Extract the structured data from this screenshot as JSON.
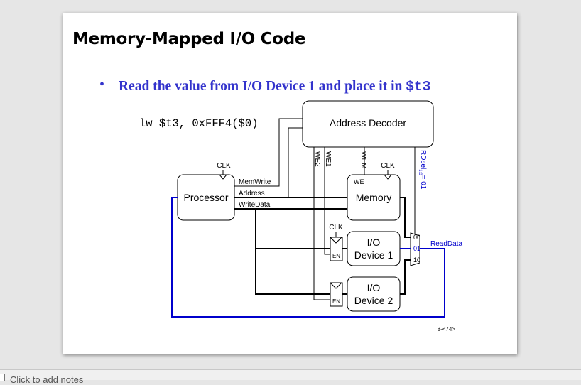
{
  "slide": {
    "title": "Memory-Mapped I/O Code",
    "bullet_marker": "•",
    "bullet_text": "Read the value from I/O Device 1 and place it in ",
    "bullet_register": "$t3",
    "code": "lw $t3, 0xFFF4($0)",
    "page_number": "8-<74>"
  },
  "diagram": {
    "address_decoder": "Address Decoder",
    "processor": "Processor",
    "memory": "Memory",
    "memory_we": "WE",
    "clk": "CLK",
    "io_device_1": [
      "I/O",
      "Device 1"
    ],
    "io_device_2": [
      "I/O",
      "Device 2"
    ],
    "en": "EN",
    "signals": {
      "memwrite": "MemWrite",
      "address": "Address",
      "writedata": "WriteData",
      "we2": "WE2",
      "we1": "WE1",
      "wem": "WEM",
      "rdsel": "RDsel",
      "rdsel_sub": "1:0",
      "rdsel_val": "= 01",
      "readdata": "ReadData"
    },
    "mux_inputs": [
      "00",
      "01",
      "10"
    ],
    "colors": {
      "highlight": "#0000cc",
      "wire": "#000000"
    }
  },
  "notes": {
    "placeholder": "Click to add notes"
  }
}
